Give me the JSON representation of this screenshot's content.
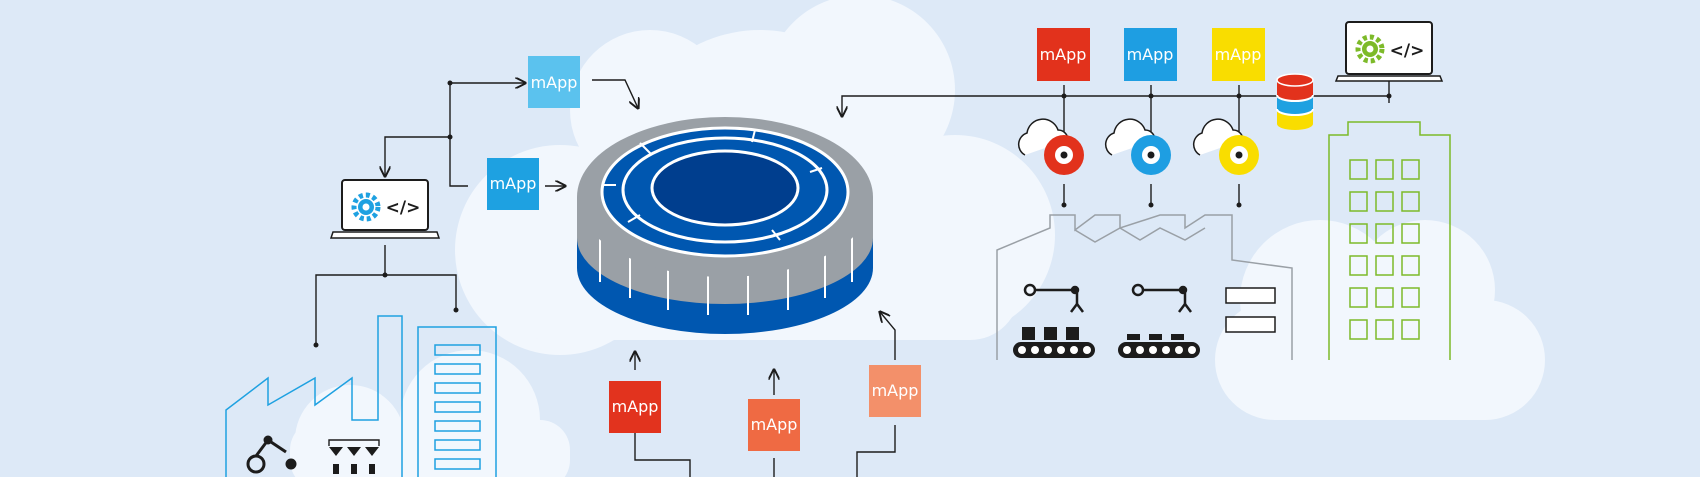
{
  "labels": {
    "mapp": "mApp",
    "code": "</>"
  },
  "mapp_tiles": [
    {
      "id": "mapp-top-left",
      "color": "#5bc2ee"
    },
    {
      "id": "mapp-mid-left",
      "color": "#1ea1e1"
    },
    {
      "id": "mapp-bottom-1",
      "color": "#e2331e"
    },
    {
      "id": "mapp-bottom-2",
      "color": "#ef6a43"
    },
    {
      "id": "mapp-bottom-3",
      "color": "#f3906a"
    },
    {
      "id": "mapp-top-red",
      "color": "#e2321c"
    },
    {
      "id": "mapp-top-blue",
      "color": "#1e9ee2"
    },
    {
      "id": "mapp-top-yellow",
      "color": "#f9dd00"
    }
  ],
  "icons": [
    "laptop-icon",
    "gear-icon",
    "database-icon",
    "cloud-icon",
    "factory-icon",
    "building-icon",
    "robot-arm-icon",
    "conveyor-icon",
    "platform-hub-icon"
  ],
  "colors": {
    "background": "#dde9f7",
    "cloud": "#f2f7fd",
    "hub_dark_blue": "#003e8e",
    "hub_blue": "#0057b0",
    "hub_gray": "#9aa0a6",
    "accent_blue": "#1ea1e1",
    "accent_green": "#7dba29",
    "line": "#1c1c1c"
  }
}
